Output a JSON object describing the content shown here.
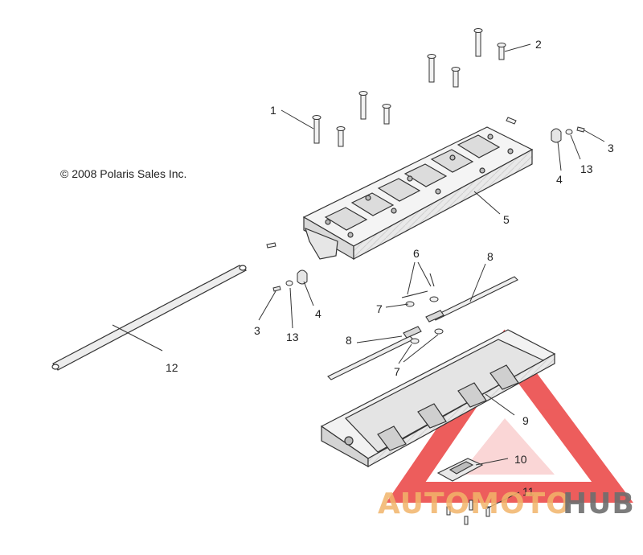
{
  "copyright": "© 2008 Polaris Sales Inc.",
  "callouts": [
    "1",
    "2",
    "3",
    "13",
    "4",
    "5",
    "6",
    "8",
    "7",
    "12",
    "3",
    "13",
    "4",
    "8",
    "7",
    "9",
    "10",
    "11"
  ],
  "watermark": {
    "part1": "AUTOMOTO",
    "part2": "HUB",
    "color_accent": "#e8302f",
    "color_part1": "#f2b46a",
    "color_part2": "#6e6e6e"
  }
}
